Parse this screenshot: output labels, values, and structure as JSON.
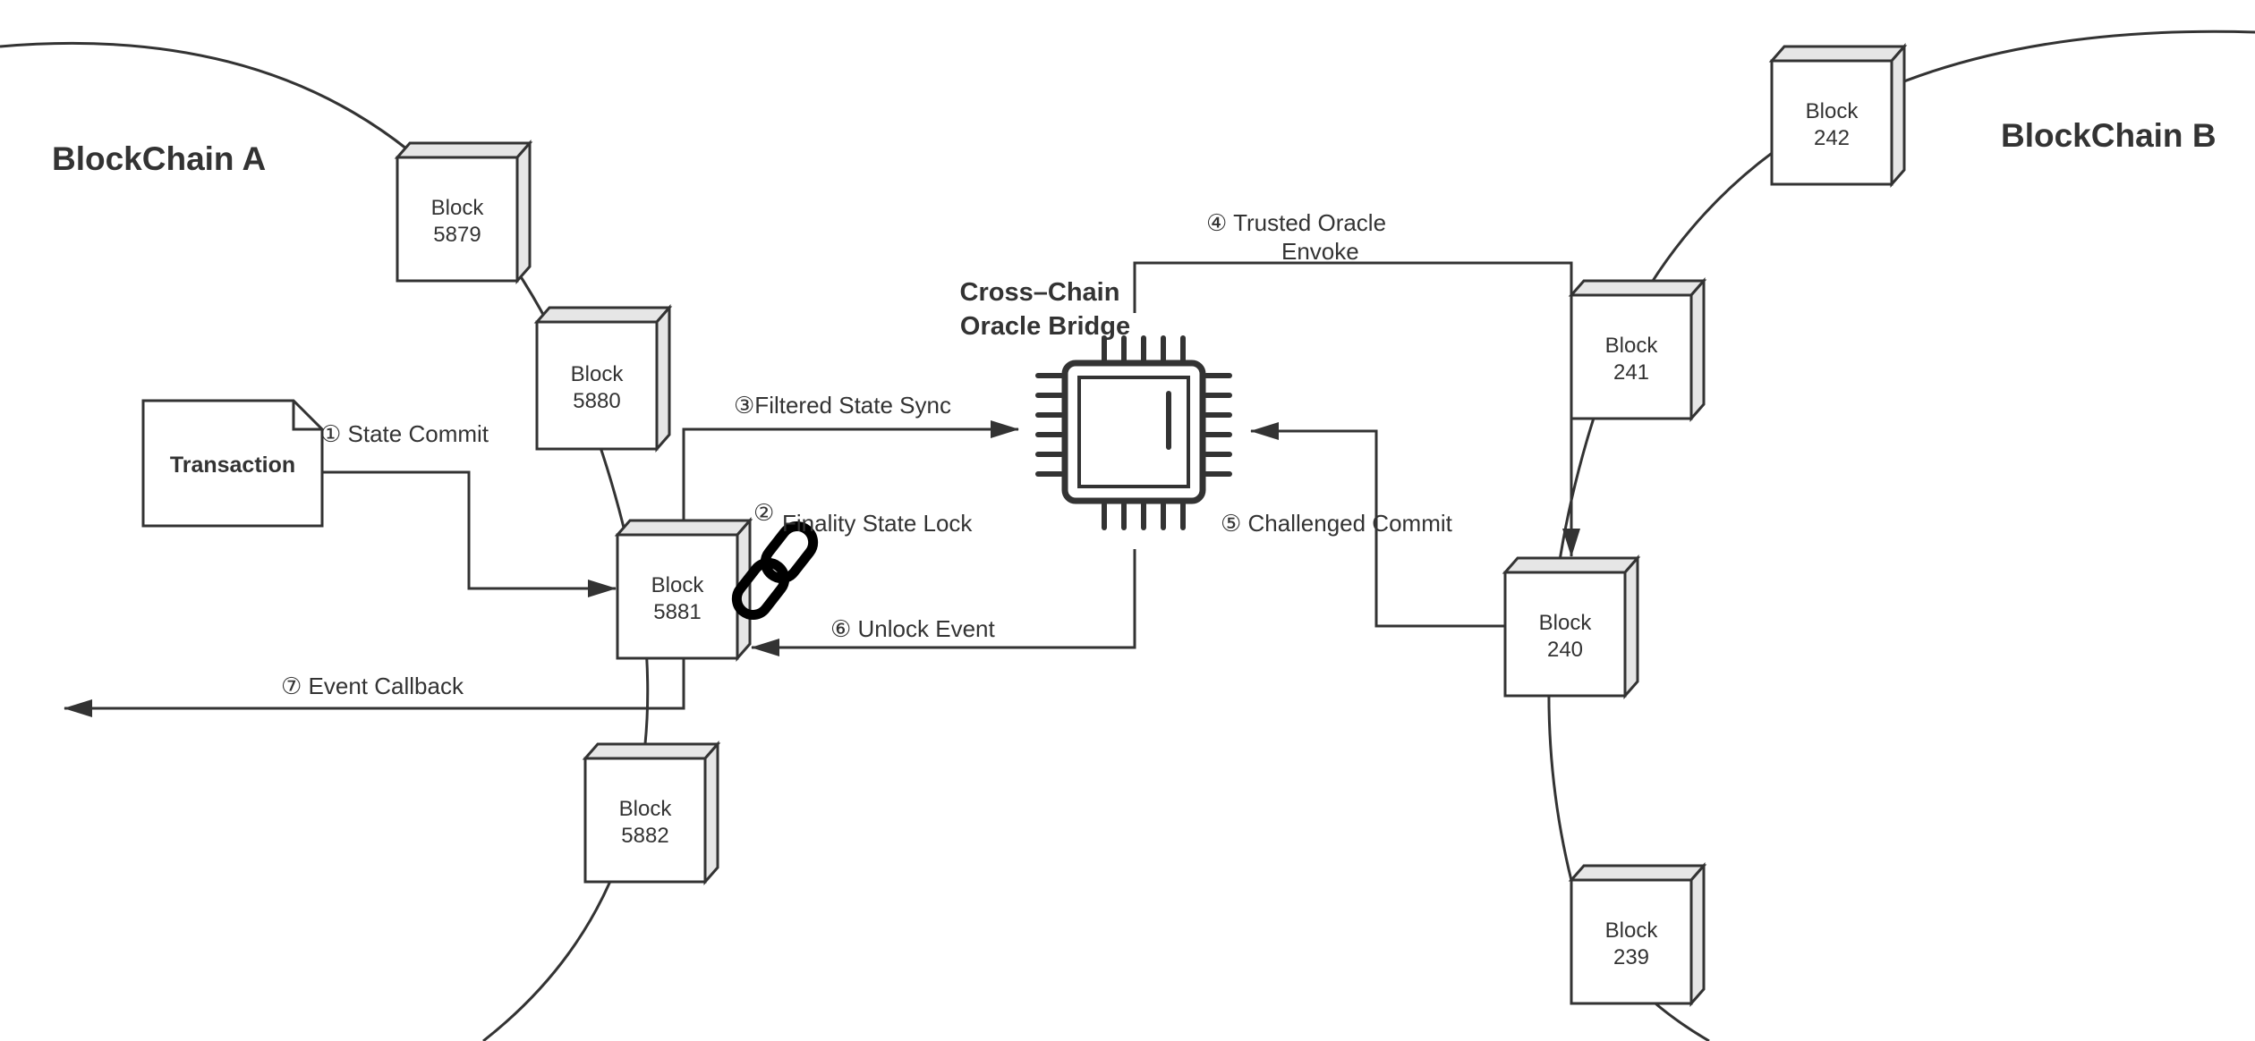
{
  "chains": [
    {
      "id": "a",
      "title": "BlockChain A"
    },
    {
      "id": "b",
      "title": "BlockChain B"
    }
  ],
  "blocks": {
    "a5879": [
      "Block",
      "5879"
    ],
    "a5880": [
      "Block",
      "5880"
    ],
    "a5881": [
      "Block",
      "5881"
    ],
    "a5882": [
      "Block",
      "5882"
    ],
    "b242": [
      "Block",
      "242"
    ],
    "b241": [
      "Block",
      "241"
    ],
    "b240": [
      "Block",
      "240"
    ],
    "b239": [
      "Block",
      "239"
    ]
  },
  "transaction": {
    "label": "Transaction"
  },
  "bridge": {
    "title_lines": [
      "Cross–Chain",
      "Oracle Bridge"
    ]
  },
  "steps": {
    "s1": "① State Commit",
    "s2_num": "②",
    "s2_text": "Finality State Lock",
    "s3": "③Filtered State Sync",
    "s4_line1": "④ Trusted Oracle",
    "s4_line2": "Envoke",
    "s5": "⑤ Challenged Commit",
    "s6": "⑥ Unlock Event",
    "s7": "⑦ Event Callback"
  },
  "colors": {
    "stroke": "#333333",
    "block_side": "#e6e6e6",
    "background": "#ffffff"
  },
  "icons": {
    "bridge": "cpu-chip-icon",
    "lock": "chain-link-icon"
  }
}
